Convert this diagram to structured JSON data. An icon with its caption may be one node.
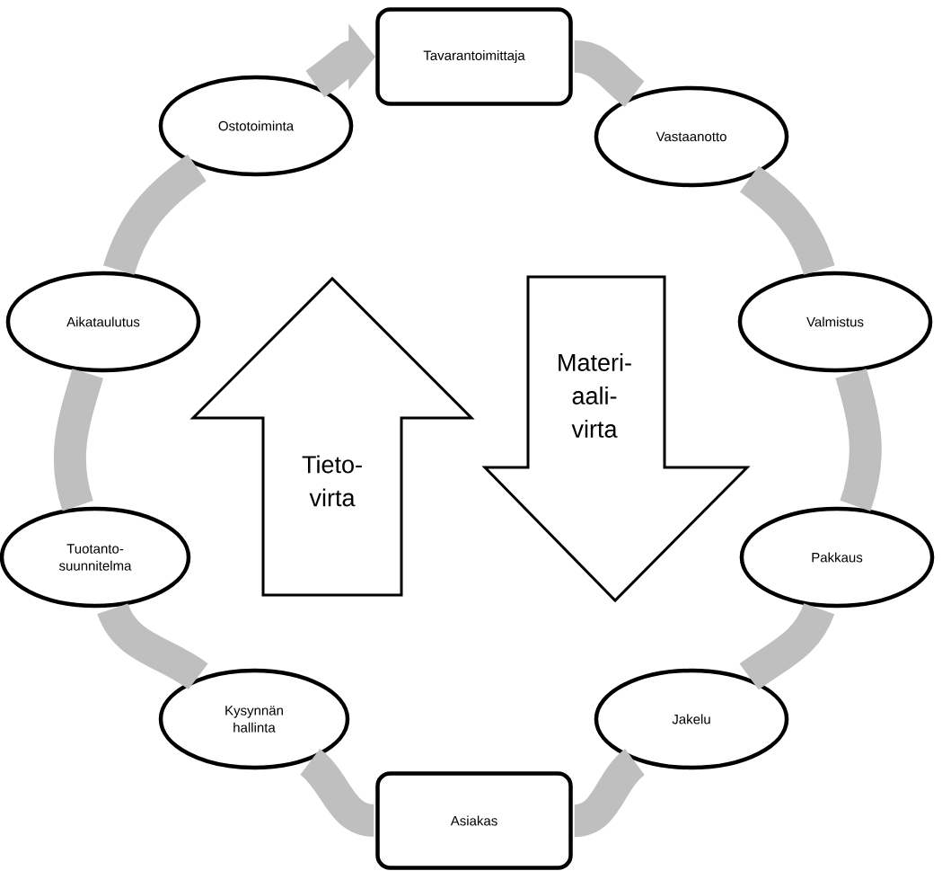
{
  "diagram": {
    "nodes": [
      {
        "text": [
          "Tavarantoimittaja"
        ]
      },
      {
        "text": [
          "Vastaanotto"
        ]
      },
      {
        "text": [
          "Valmistus"
        ]
      },
      {
        "text": [
          "Pakkaus"
        ]
      },
      {
        "text": [
          "Jakelu"
        ]
      },
      {
        "text": [
          "Asiakas"
        ]
      },
      {
        "text": [
          "Kysynnän hallinta"
        ]
      },
      {
        "text": [
          "Tuotanto-suunnitelma"
        ]
      },
      {
        "text": [
          "Aikataulutus"
        ]
      },
      {
        "text": [
          "Ostotoiminta"
        ]
      },
      {
        "text": [
          "Tieto-virta"
        ]
      },
      {
        "text": [
          "Materi-aali-virta"
        ]
      }
    ],
    "edges": [
      {
        "from": 0,
        "to": 1,
        "arrow": "none"
      },
      {
        "from": 1,
        "to": 2,
        "arrow": "none"
      },
      {
        "from": 2,
        "to": 3,
        "arrow": "none"
      },
      {
        "from": 3,
        "to": 4,
        "arrow": "none"
      },
      {
        "from": 4,
        "to": 5,
        "arrow": "none"
      },
      {
        "from": 5,
        "to": 6,
        "arrow": "none"
      },
      {
        "from": 6,
        "to": 7,
        "arrow": "none"
      },
      {
        "from": 7,
        "to": 8,
        "arrow": "none"
      },
      {
        "from": 8,
        "to": 9,
        "arrow": "none"
      },
      {
        "from": 9,
        "to": 0,
        "arrow": "to"
      }
    ]
  }
}
